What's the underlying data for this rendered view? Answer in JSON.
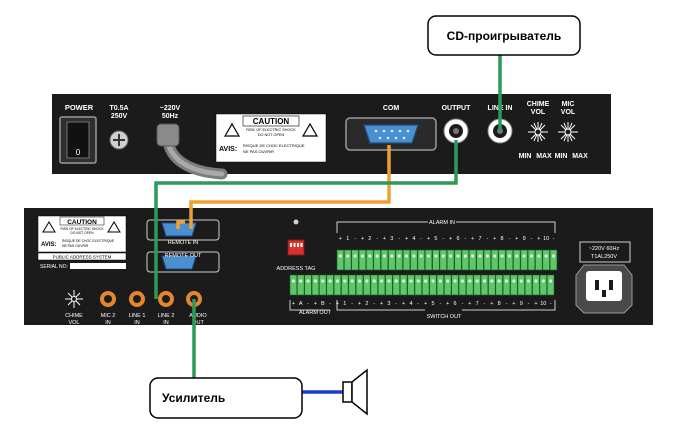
{
  "callouts": {
    "cd_player": "CD-проигрыватель",
    "amplifier": "Усилитель"
  },
  "top_unit": {
    "power": "POWER",
    "fuse_line1": "T0.5A",
    "fuse_line2": "250V",
    "voltage_line1": "~220V",
    "voltage_line2": "50Hz",
    "caution": "CAUTION",
    "caution_small1": "RISK OF ELECTRIC SHOCK",
    "caution_small2": "DO NOT OPEN",
    "avis": "AVIS:",
    "avis_small1": "RISQUE DE CHOC ELECTRIQUE",
    "avis_small2": "NE PAS OUVRIR",
    "com": "COM",
    "output": "OUTPUT",
    "line_in": "LINE IN",
    "chime_vol_line1": "CHIME",
    "chime_vol_line2": "VOL",
    "mic_vol_line1": "MIC",
    "mic_vol_line2": "VOL",
    "min": "MIN",
    "max": "MAX"
  },
  "bottom_unit": {
    "caution": "CAUTION",
    "caution_small1": "RISK OF ELECTRIC SHOCK",
    "caution_small2": "DO NOT OPEN",
    "avis": "AVIS:",
    "avis_small1": "RISQUE DE CHOC ELECTRIQUE",
    "avis_small2": "NE PAS OUVRIR",
    "system_name": "PUBLIC ADDRESS SYSTEM",
    "serial": "SERIAL NO:",
    "remote_in": "REMOTE IN",
    "remote_out": "REMOTE OUT",
    "jacks": [
      {
        "line1": "CHIME",
        "line2": "VOL"
      },
      {
        "line1": "MIC 2",
        "line2": "IN"
      },
      {
        "line1": "LINE 1",
        "line2": "IN"
      },
      {
        "line1": "LINE 2",
        "line2": "IN"
      },
      {
        "line1": "AUDIO",
        "line2": "OUT"
      }
    ],
    "address_tag": "ADDRESS TAG",
    "alarm_in": "ALARM IN",
    "alarm_out": "ALARM OUT",
    "switch_out": "SWITCH OUT",
    "terminal_upper": [
      "+",
      "1",
      "-",
      "+",
      "2",
      "-",
      "+",
      "3",
      "-",
      "+",
      "4",
      "-",
      "+",
      "5",
      "-",
      "+",
      "6",
      "-",
      "+",
      "7",
      "-",
      "+",
      "8",
      "-",
      "+",
      "9",
      "-",
      "+",
      "10",
      "-"
    ],
    "terminal_lower": [
      "+",
      "A",
      "-",
      "+",
      "B",
      "-",
      "+",
      "1",
      "-",
      "+",
      "2",
      "-",
      "+",
      "3",
      "-",
      "+",
      "4",
      "-",
      "+",
      "5",
      "-",
      "+",
      "6",
      "-",
      "+",
      "7",
      "-",
      "+",
      "8",
      "-",
      "+",
      "9",
      "-",
      "+",
      "10",
      "-"
    ],
    "power_line1": "~220V 60Hz",
    "power_line2": "T1AL250V"
  },
  "colors": {
    "panel": "#1b1b1b",
    "green_cable": "#2e9a5a",
    "orange_cable": "#f0a030",
    "speaker_cable": "#1a3cc8",
    "terminal_green": "#5fc66a",
    "jack_orange": "#e5862b",
    "db9_blue": "#4a90d0"
  }
}
